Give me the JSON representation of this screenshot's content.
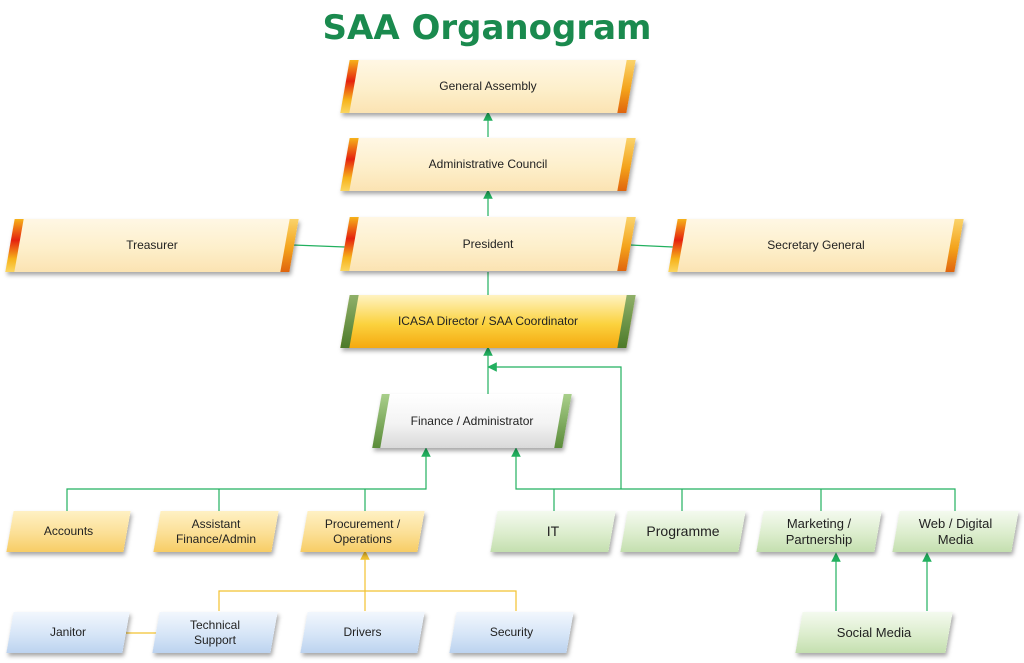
{
  "title": "SAA Organogram",
  "colors": {
    "title": "#1a8a4e",
    "green_connector": "#22b05f",
    "yellow_connector": "#f2c230"
  },
  "nodes": {
    "general_assembly": "General Assembly",
    "administrative_council": "Administrative Council",
    "treasurer": "Treasurer",
    "president": "President",
    "secretary_general": "Secretary General",
    "icasa_director": "ICASA Director / SAA Coordinator",
    "finance_administrator": "Finance / Administrator",
    "accounts": "Accounts",
    "assistant_finance": "Assistant Finance/Admin",
    "procurement": "Procurement / Operations",
    "it": "IT",
    "programme": "Programme",
    "marketing": "Marketing / Partnership",
    "web_digital": "Web / Digital Media",
    "janitor": "Janitor",
    "technical_support": "Technical Support",
    "drivers": "Drivers",
    "security": "Security",
    "social_media": "Social Media"
  }
}
